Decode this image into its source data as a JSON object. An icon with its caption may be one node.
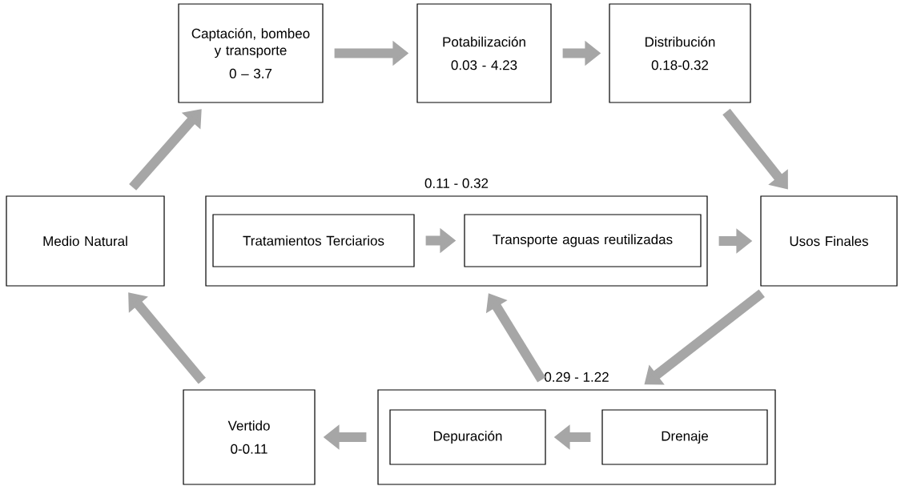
{
  "diagram": {
    "nodes": [
      {
        "text": [
          "Medio Natural"
        ]
      },
      {
        "text": [
          "Captación, bombeo y transporte",
          "0 – 3.7"
        ]
      },
      {
        "text": [
          "Potabilización",
          "0.03 - 4.23"
        ]
      },
      {
        "text": [
          "Distribución",
          "0.18-0.32"
        ]
      },
      {
        "text": [
          "Usos Finales"
        ]
      },
      {
        "text": [
          "0.11 - 0.32"
        ]
      },
      {
        "text": [
          "Tratamientos Terciarios"
        ],
        "in": 5
      },
      {
        "text": [
          "Transporte aguas reutilizadas"
        ],
        "in": 5
      },
      {
        "text": [
          "0.29 - 1.22"
        ]
      },
      {
        "text": [
          "Depuración"
        ],
        "in": 8
      },
      {
        "text": [
          "Drenaje"
        ],
        "in": 8
      },
      {
        "text": [
          "Vertido",
          "0-0.11"
        ]
      }
    ],
    "edges": [
      {
        "from": 0,
        "to": 1,
        "arrow": "to"
      },
      {
        "from": 1,
        "to": 2,
        "arrow": "to"
      },
      {
        "from": 2,
        "to": 3,
        "arrow": "to"
      },
      {
        "from": 3,
        "to": 4,
        "arrow": "to"
      },
      {
        "from": 6,
        "to": 7,
        "arrow": "to"
      },
      {
        "from": 5,
        "to": 4,
        "arrow": "to"
      },
      {
        "from": 4,
        "to": 8,
        "arrow": "to"
      },
      {
        "from": 10,
        "to": 9,
        "arrow": "to"
      },
      {
        "from": 8,
        "to": 11,
        "arrow": "to"
      },
      {
        "from": 8,
        "to": 5,
        "arrow": "to"
      },
      {
        "from": 11,
        "to": 0,
        "arrow": "to"
      }
    ]
  }
}
